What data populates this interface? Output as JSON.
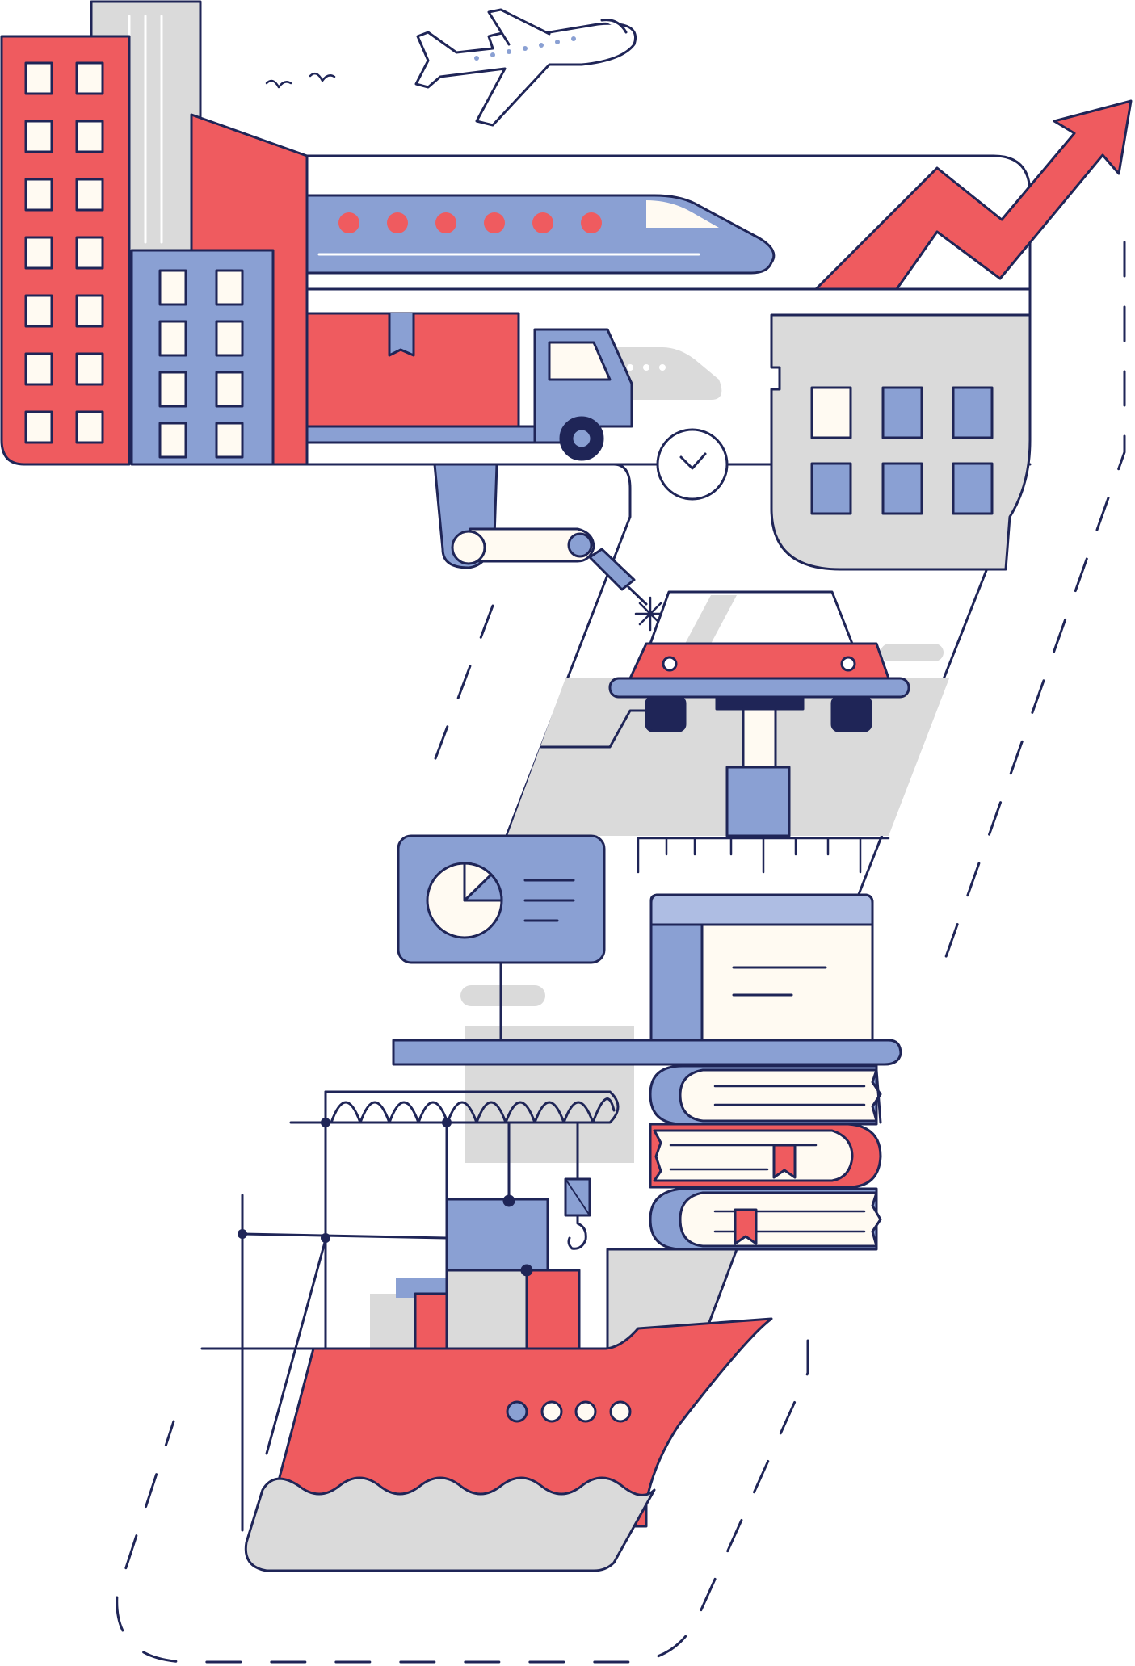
{
  "illustration": {
    "palette": {
      "navy": "#1f2557",
      "red": "#ef5b5f",
      "blue": "#8aa0d3",
      "light_blue": "#aebde3",
      "gray": "#dadada",
      "cream": "#fffaf2",
      "white": "#ffffff"
    },
    "elements": [
      "office-buildings",
      "airplane",
      "birds",
      "bullet-train",
      "growth-arrow",
      "delivery-truck",
      "cargo-box",
      "warehouse-building",
      "clock-icon",
      "robotic-arm",
      "car-on-lift",
      "ruler",
      "pie-chart-board",
      "document-window",
      "book-stack",
      "crane",
      "cargo-ship",
      "dashed-road"
    ]
  }
}
